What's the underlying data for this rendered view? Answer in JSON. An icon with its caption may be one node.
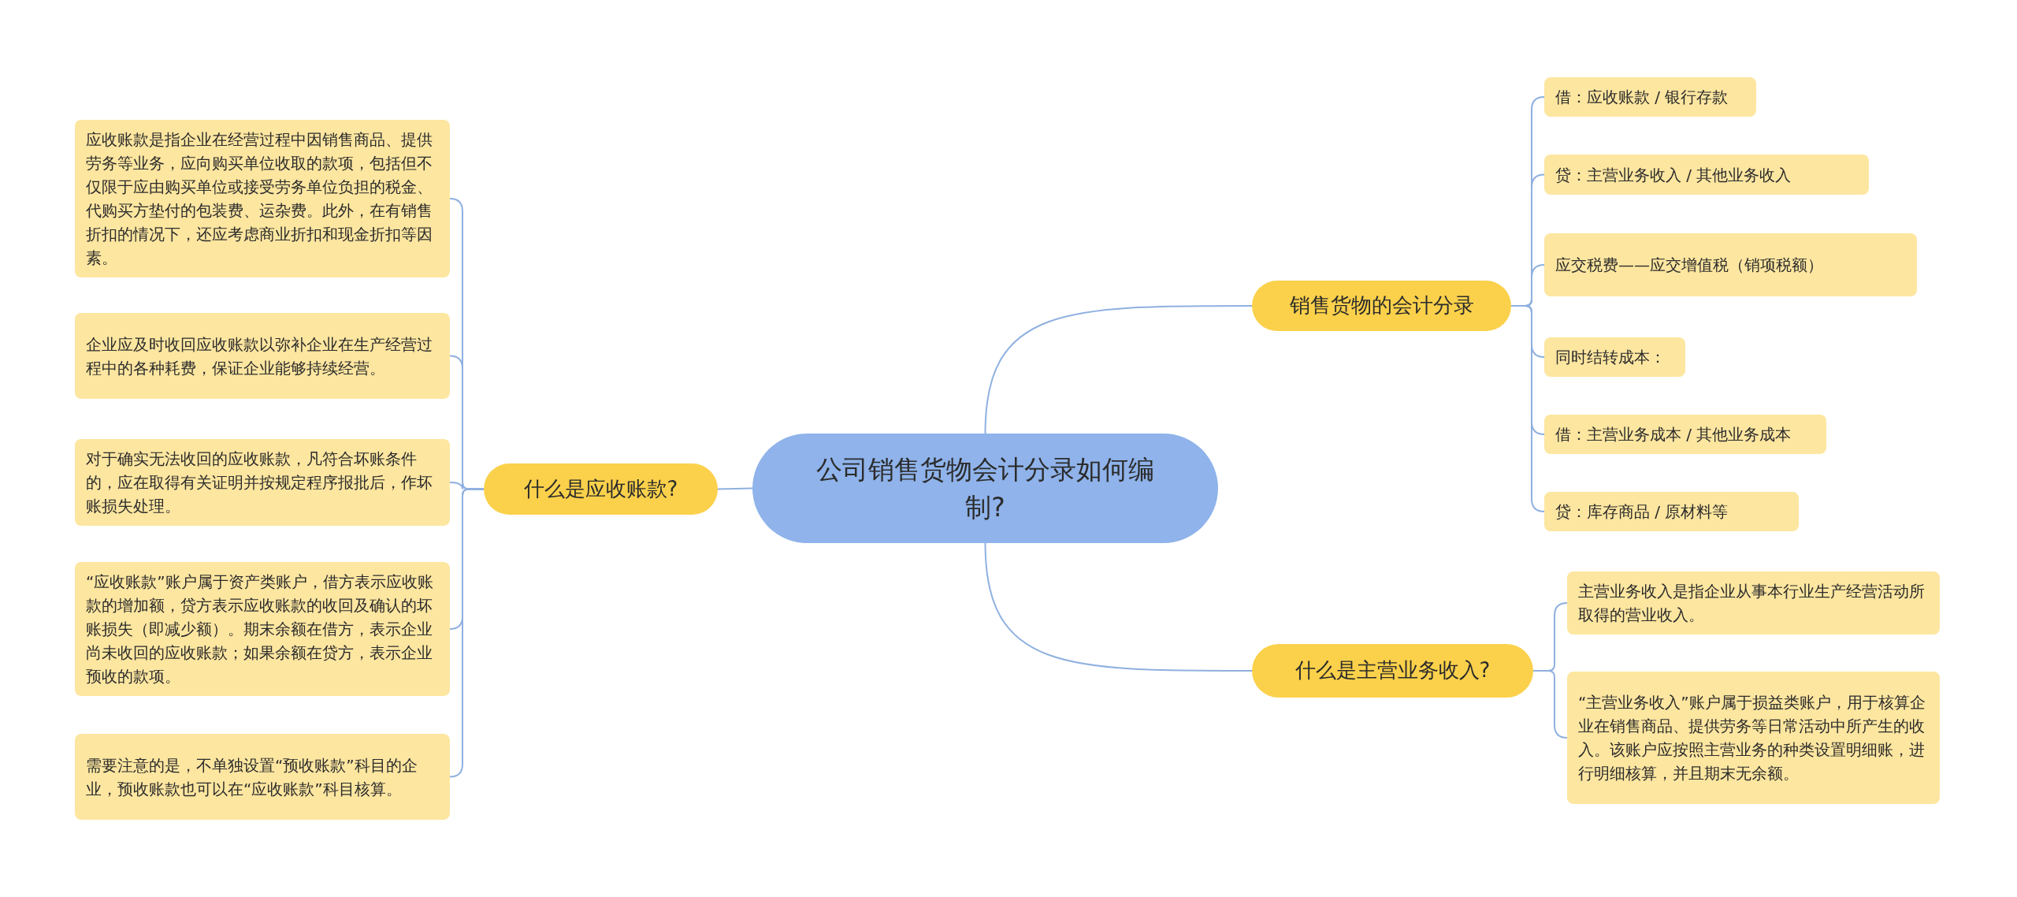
{
  "diagram": {
    "nodes": [
      {
        "text": [
          "公司销售货物会计分录如何编制?"
        ]
      },
      {
        "text": [
          "什么是应收账款?"
        ]
      },
      {
        "text": [
          "应收账款是指企业在经营过程中因销售商品、提供劳务等业务，应向购买单位收取的款项，包括但不仅限于应由购买单位或接受劳务单位负担的税金、代购买方垫付的包装费、运杂费。此外，在有销售折扣的情况下，还应考虑商业折扣和现金折扣等因素。"
        ]
      },
      {
        "text": [
          "企业应及时收回应收账款以弥补企业在生产经营过程中的各种耗费，保证企业能够持续经营。"
        ]
      },
      {
        "text": [
          "对于确实无法收回的应收账款，凡符合坏账条件的，应在取得有关证明并按规定程序报批后，作坏账损失处理。"
        ]
      },
      {
        "text": [
          "“应收账款”账户属于资产类账户，借方表示应收账款的增加额，贷方表示应收账款的收回及确认的坏账损失（即减少额）。期末余额在借方，表示企业尚未收回的应收账款；如果余额在贷方，表示企业预收的款项。"
        ]
      },
      {
        "text": [
          "需要注意的是，不单独设置“预收账款”科目的企业，预收账款也可以在“应收账款”科目核算。"
        ]
      },
      {
        "text": [
          "销售货物的会计分录"
        ]
      },
      {
        "text": [
          "借：应收账款 / 银行存款"
        ]
      },
      {
        "text": [
          "贷：主营业务收入 / 其他业务收入"
        ]
      },
      {
        "text": [
          "应交税费——应交增值税（销项税额）"
        ]
      },
      {
        "text": [
          "同时结转成本："
        ]
      },
      {
        "text": [
          "借：主营业务成本 / 其他业务成本"
        ]
      },
      {
        "text": [
          "贷：库存商品 / 原材料等"
        ]
      },
      {
        "text": [
          "什么是主营业务收入?"
        ]
      },
      {
        "text": [
          "主营业务收入是指企业从事本行业生产经营活动所取得的营业收入。"
        ]
      },
      {
        "text": [
          "“主营业务收入”账户属于损益类账户，用于核算企业在销售商品、提供劳务等日常活动中所产生的收入。该账户应按照主营业务的种类设置明细账，进行明细核算，并且期末无余额。"
        ]
      }
    ],
    "edges": [
      {
        "from": 0,
        "to": 1,
        "arrow": "none"
      },
      {
        "from": 1,
        "to": 2,
        "arrow": "none"
      },
      {
        "from": 1,
        "to": 3,
        "arrow": "none"
      },
      {
        "from": 1,
        "to": 4,
        "arrow": "none"
      },
      {
        "from": 1,
        "to": 5,
        "arrow": "none"
      },
      {
        "from": 1,
        "to": 6,
        "arrow": "none"
      },
      {
        "from": 0,
        "to": 7,
        "arrow": "none"
      },
      {
        "from": 7,
        "to": 8,
        "arrow": "none"
      },
      {
        "from": 7,
        "to": 9,
        "arrow": "none"
      },
      {
        "from": 7,
        "to": 10,
        "arrow": "none"
      },
      {
        "from": 7,
        "to": 11,
        "arrow": "none"
      },
      {
        "from": 7,
        "to": 12,
        "arrow": "none"
      },
      {
        "from": 7,
        "to": 13,
        "arrow": "none"
      },
      {
        "from": 0,
        "to": 14,
        "arrow": "none"
      },
      {
        "from": 14,
        "to": 15,
        "arrow": "none"
      },
      {
        "from": 14,
        "to": 16,
        "arrow": "none"
      }
    ]
  }
}
